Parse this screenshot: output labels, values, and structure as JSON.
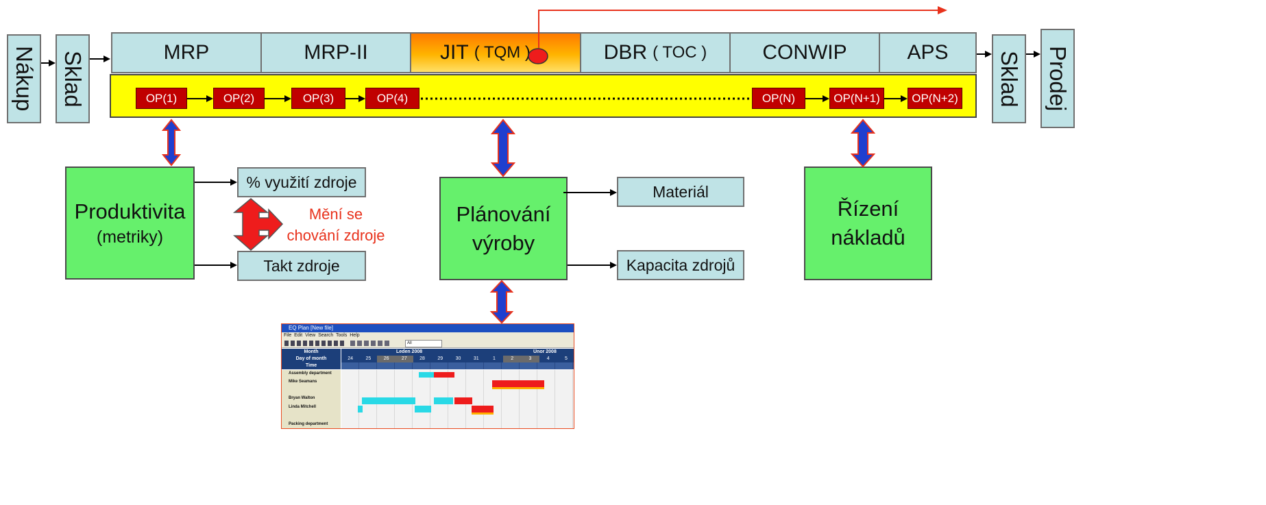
{
  "left": {
    "purchase": "Nákup",
    "warehouse_in": "Sklad"
  },
  "right": {
    "warehouse_out": "Sklad",
    "sales": "Prodej"
  },
  "methods": [
    {
      "label": "MRP",
      "sub": ""
    },
    {
      "label": "MRP-II",
      "sub": ""
    },
    {
      "label": "JIT",
      "sub": "( TQM )"
    },
    {
      "label": "DBR",
      "sub": "( TOC )"
    },
    {
      "label": "CONWIP",
      "sub": ""
    },
    {
      "label": "APS",
      "sub": ""
    }
  ],
  "ops": [
    "OP(1)",
    "OP(2)",
    "OP(3)",
    "OP(4)",
    "OP(N)",
    "OP(N+1)",
    "OP(N+2)"
  ],
  "productivity": {
    "title": "Produktivita",
    "subtitle": "(metriky)",
    "util": "% využití zdroje",
    "takt": "Takt zdroje",
    "note_line1": "Mění se",
    "note_line2": "chování  zdroje"
  },
  "planning": {
    "line1": "Plánování",
    "line2": "výroby",
    "material": "Materiál",
    "capacity": "Kapacita zdrojů"
  },
  "costs": {
    "line1": "Řízení",
    "line2": "nákladů"
  },
  "screenshot": {
    "title": "EQ Plan [New file]",
    "menu": [
      "File",
      "Edit",
      "View",
      "Search",
      "Tools",
      "Help"
    ],
    "filter": "All",
    "month_label": "Month",
    "day_label": "Day of month",
    "time_label": "Time",
    "months": [
      "Leden 2008",
      "Únor 2008"
    ],
    "days": [
      "24",
      "25",
      "26",
      "27",
      "28",
      "29",
      "30",
      "31",
      "1",
      "2",
      "3",
      "4",
      "5"
    ],
    "rows": [
      "Assembly department",
      "Mike Seamans",
      "Bryan Walton",
      "Linda Mitchell",
      "Packing department"
    ]
  },
  "colors": {
    "light_box": "#bfe3e6",
    "green": "#66f06c",
    "yellow": "#ffff00",
    "op_red": "#c00000",
    "arrow_blue": "#1f3fcf",
    "accent_red": "#e8321c"
  }
}
